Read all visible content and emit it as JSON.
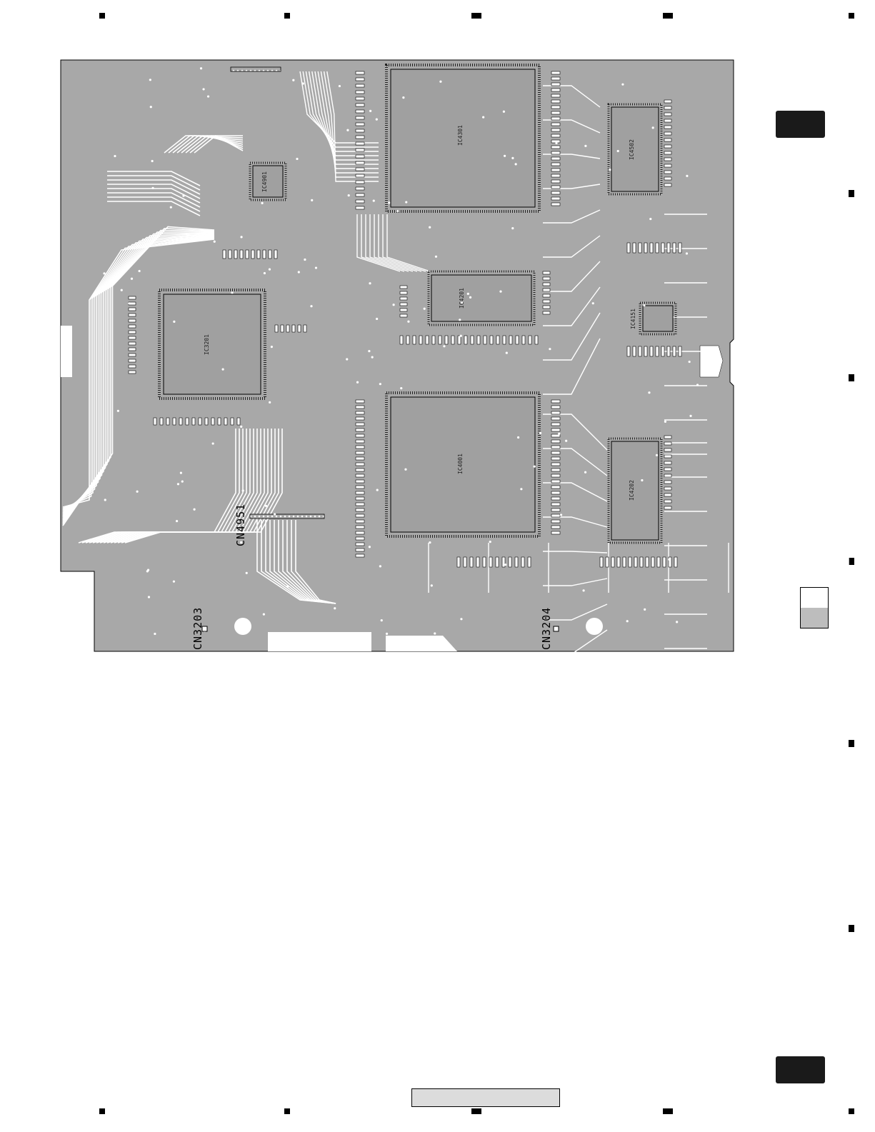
{
  "board": {
    "background_color": "#a8a8a8",
    "trace_color": "#ffffff",
    "ic_fill": "#a0a0a0",
    "outline_color": "#000000"
  },
  "connectors": {
    "cn3203": "CN3203",
    "cn3204": "CN3204",
    "cn4951": "CN4951"
  },
  "ics": {
    "ic4301": "IC4301",
    "ic3201": "IC3201",
    "ic4001": "IC4001",
    "ic4201": "IC4201",
    "ic4502": "IC4502",
    "ic4202": "IC4202",
    "ic4151": "IC4151",
    "ic4901": "IC4901"
  },
  "side_index": {
    "tab_color": "#1a1a1a"
  }
}
